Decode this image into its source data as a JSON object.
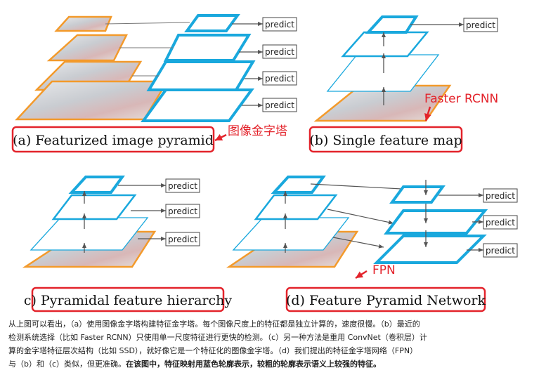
{
  "predict_label": "predict",
  "panels": {
    "a": {
      "caption": "(a) Featurized image pyramid",
      "annotation": "图像金字塔"
    },
    "b": {
      "caption": "(b) Single feature map",
      "annotation": "Faster RCNN"
    },
    "c": {
      "caption": "c) Pyramidal feature hierarchy"
    },
    "d": {
      "caption": "(d) Feature Pyramid Network",
      "annotation": "FPN"
    }
  },
  "description": {
    "line1": "从上图可以看出，（a）使用图像金字塔构建特征金字塔。每个图像尺度上的特征都是独立计算的，速度很慢。（b）最近的",
    "line2": "检测系统选择（比如 Faster RCNN）只使用单一尺度特征进行更快的检测。（c）另一种方法是重用 ConvNet（卷积层）计",
    "line3": "算的金字塔特征层次结构（比如 SSD），就好像它是一个特征化的图像金字塔。（d）我们提出的特征金字塔网络（FPN）",
    "line4a": "与（b）和（c）类似，但更准确。",
    "line4b": "在该图中，特征映射用蓝色轮廓表示，较粗的轮廓表示语义上较强的特征。"
  },
  "colors": {
    "feature_blue": "#19a8dd",
    "image_orange": "#f39a2b",
    "highlight_red": "#e3232b",
    "arrow_gray": "#555555"
  }
}
